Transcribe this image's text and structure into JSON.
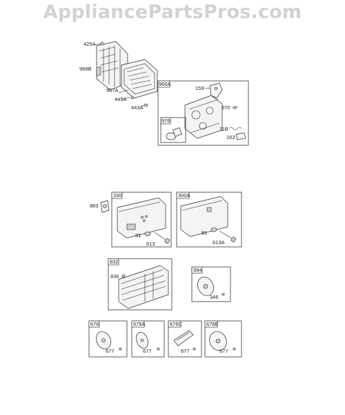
{
  "watermark": "AppliancePartsPros.com",
  "labels": {
    "p425A": "425A",
    "p968B": "968B",
    "p967A": "967A",
    "p445A": "445A",
    "p443A": "443A",
    "p966A": "966A",
    "p159": "159",
    "p970": "970",
    "p976": "976",
    "p11B": "11B",
    "p163": "163",
    "p883": "883",
    "p330": "330",
    "p81a": "81",
    "p613": "613",
    "p300A": "300A",
    "p81b": "81",
    "p613A": "613A",
    "p832": "832",
    "p836": "836",
    "p994": "994",
    "p346": "346",
    "p676": "676",
    "p677a": "677",
    "p676A": "676A",
    "p677b": "677",
    "p676C": "676C",
    "p677c": "677",
    "p676E": "676E",
    "p677d": "677"
  }
}
